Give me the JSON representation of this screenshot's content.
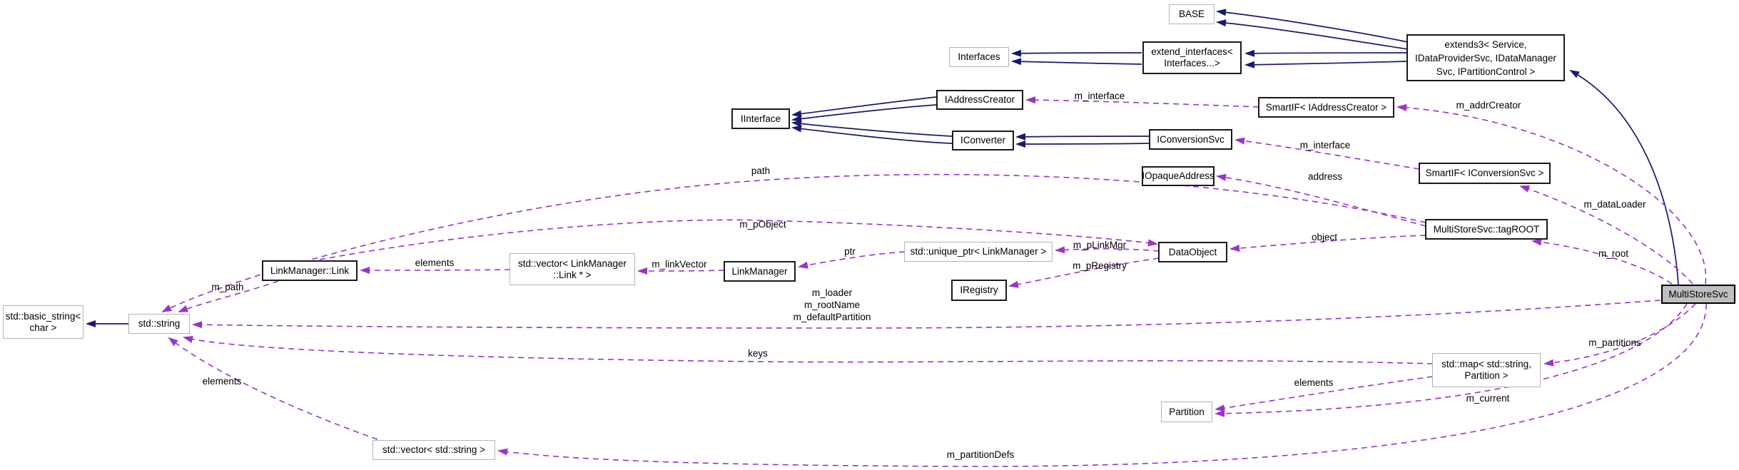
{
  "colors": {
    "inheritance_edge": "#191970",
    "usage_edge": "#9a32cd",
    "node_fill": "#ffffff",
    "focus_node_fill": "#bfbfbf",
    "node_border_strong": "#1a1a1a",
    "node_border_light": "#b4b4b4"
  },
  "nodes": {
    "base": {
      "lines": [
        "BASE"
      ]
    },
    "extends3": {
      "lines": [
        "extends3< Service,",
        "IDataProviderSvc, IDataManager",
        "Svc, IPartitionControl >"
      ]
    },
    "interfaces": {
      "lines": [
        "Interfaces"
      ]
    },
    "extend_interfaces": {
      "lines": [
        "extend_interfaces<",
        "Interfaces...>"
      ]
    },
    "iinterface": {
      "lines": [
        "IInterface"
      ]
    },
    "iaddress_creator": {
      "lines": [
        "IAddressCreator"
      ]
    },
    "smartif_address_creator": {
      "lines": [
        "SmartIF< IAddressCreator >"
      ]
    },
    "iconverter": {
      "lines": [
        "IConverter"
      ]
    },
    "iconversion_svc": {
      "lines": [
        "IConversionSvc"
      ]
    },
    "iopaque_address": {
      "lines": [
        "IOpaqueAddress"
      ]
    },
    "smartif_conversion_svc": {
      "lines": [
        "SmartIF< IConversionSvc >"
      ]
    },
    "tag_root": {
      "lines": [
        "MultiStoreSvc::tagROOT"
      ]
    },
    "multi_store_svc": {
      "lines": [
        "MultiStoreSvc"
      ]
    },
    "data_object": {
      "lines": [
        "DataObject"
      ]
    },
    "unique_ptr_link_manager": {
      "lines": [
        "std::unique_ptr< LinkManager >"
      ]
    },
    "iregistry": {
      "lines": [
        "IRegistry"
      ]
    },
    "link_manager": {
      "lines": [
        "LinkManager"
      ]
    },
    "vector_link": {
      "lines": [
        "std::vector< LinkManager",
        "::Link * >"
      ]
    },
    "link_manager_link": {
      "lines": [
        "LinkManager::Link"
      ]
    },
    "basic_string": {
      "lines": [
        "std::basic_string<",
        "char >"
      ]
    },
    "std_string": {
      "lines": [
        "std::string"
      ]
    },
    "map_string_partition": {
      "lines": [
        "std::map< std::string,",
        "Partition >"
      ]
    },
    "partition": {
      "lines": [
        "Partition"
      ]
    },
    "vector_string": {
      "lines": [
        "std::vector< std::string >"
      ]
    }
  },
  "edge_labels": {
    "m_interface_addr": "m_interface",
    "m_addr_creator": "m_addrCreator",
    "m_interface_conv": "m_interface",
    "address": "address",
    "m_data_loader": "m_dataLoader",
    "m_root": "m_root",
    "path": "path",
    "object": "object",
    "m_p_object": "m_pObject",
    "m_p_link_mgr": "m_pLinkMgr",
    "m_p_registry": "m_pRegistry",
    "ptr": "ptr",
    "m_link_vector": "m_linkVector",
    "elements_link": "elements",
    "m_path": "m_path",
    "member_group": {
      "lines": [
        "m_loader",
        "m_rootName",
        "m_defaultPartition"
      ]
    },
    "keys": "keys",
    "elements_string": "elements",
    "m_partitions": "m_partitions",
    "elements_partition": "elements",
    "m_current": "m_current",
    "m_partition_defs": "m_partitionDefs"
  }
}
